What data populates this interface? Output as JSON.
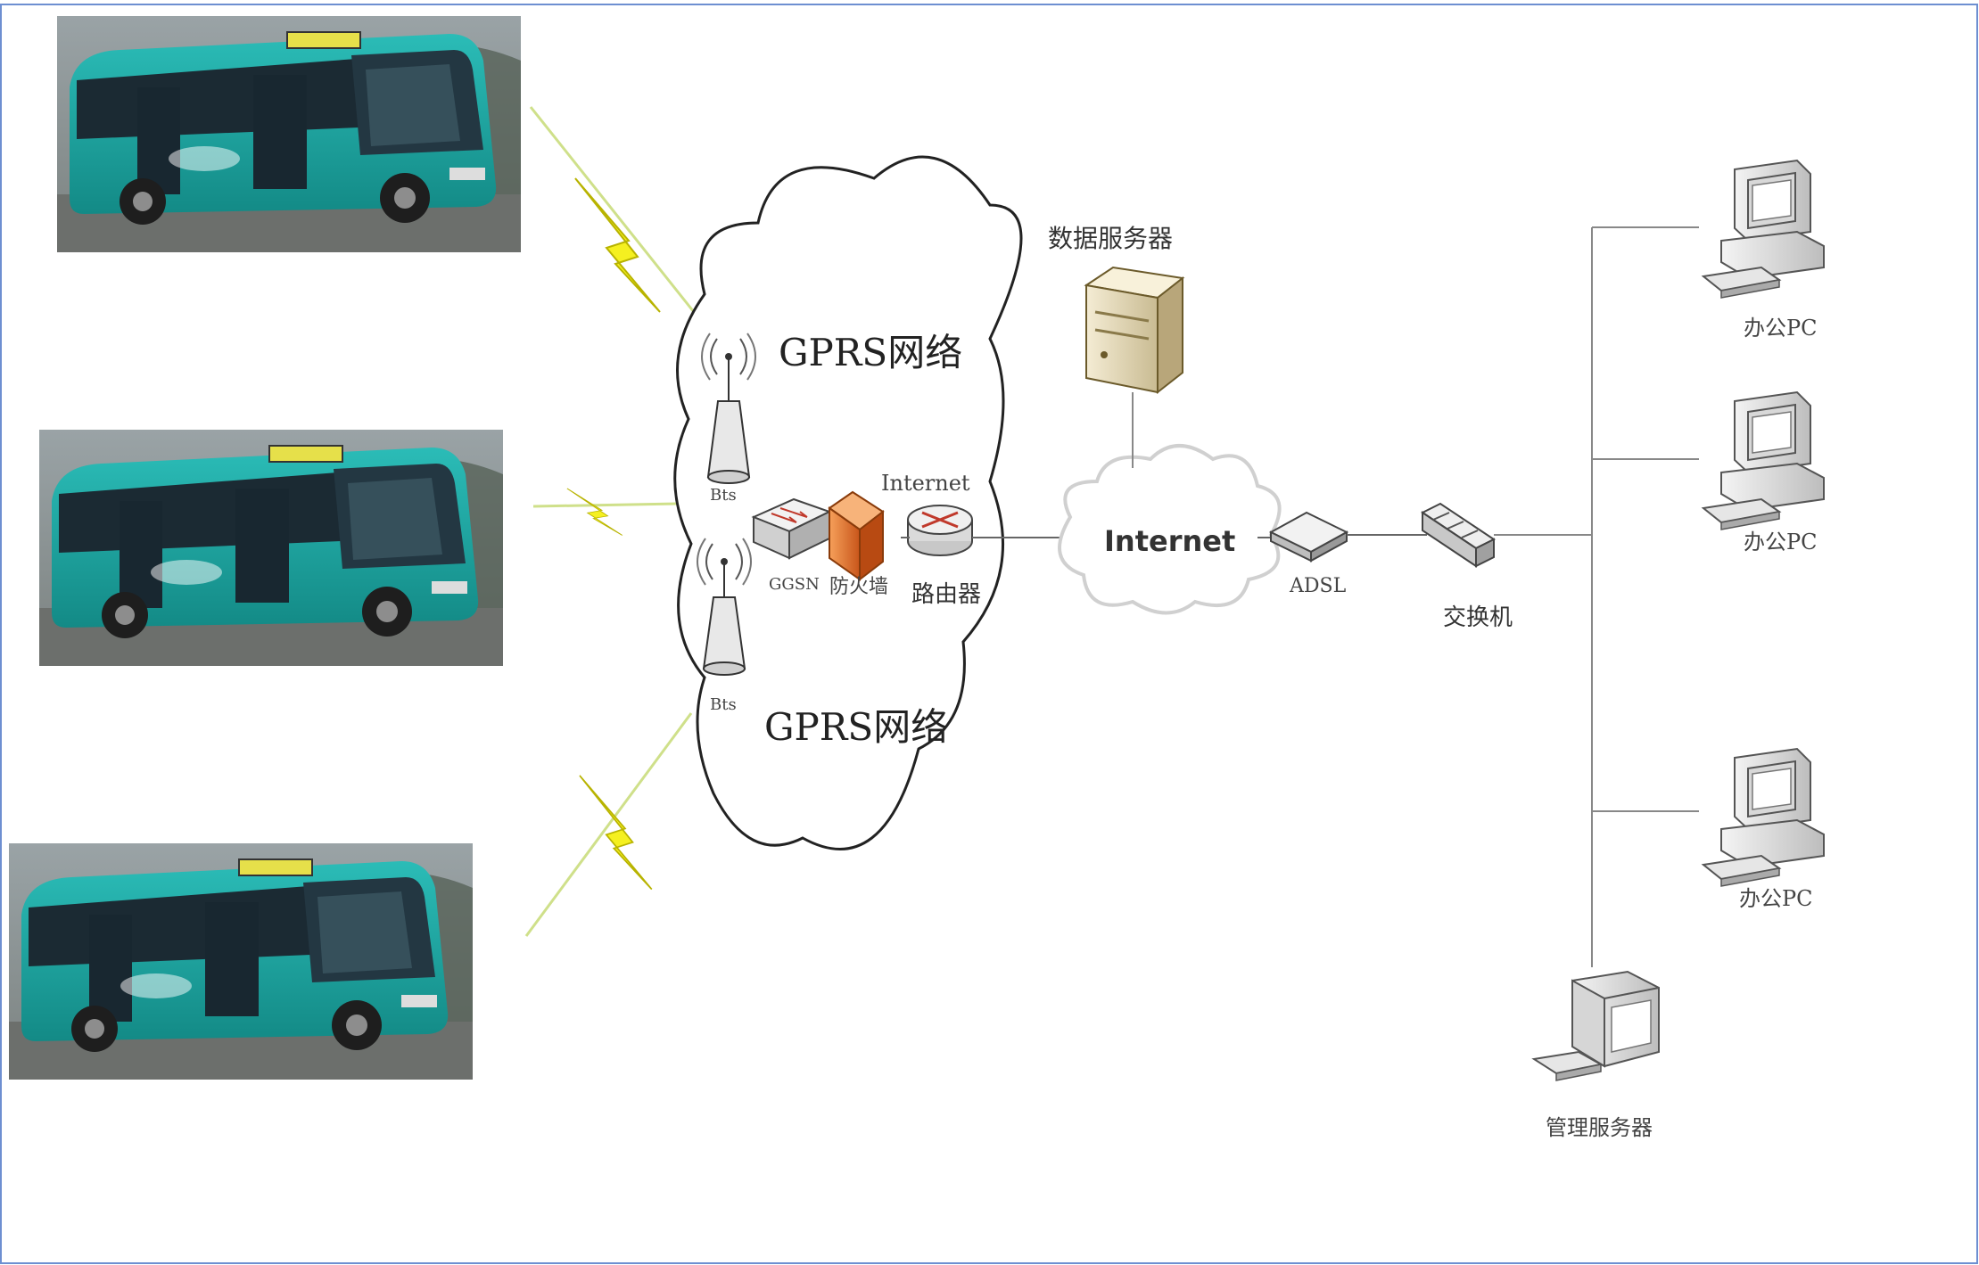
{
  "gprs_label_top": "GPRS网络",
  "gprs_label_bottom": "GPRS网络",
  "bts_label_1": "Bts",
  "bts_label_2": "Bts",
  "ggsn_label": "GGSN",
  "firewall_label": "防火墙",
  "router_label": "路由器",
  "internet_small_label": "Internet",
  "internet_cloud_label": "Internet",
  "data_server_label": "数据服务器",
  "adsl_label": "ADSL",
  "switch_label": "交换机",
  "office_pc_labels": [
    "办公PC",
    "办公PC",
    "办公PC"
  ],
  "mgmt_server_label": "管理服务器",
  "colors": {
    "bus_body": "#1fa7a3",
    "bus_window": "#1b2a33",
    "lightning": "#f5f020",
    "firewall": "#e87a2a",
    "server": "#e9e0c4",
    "border": "#6d8fd1"
  }
}
